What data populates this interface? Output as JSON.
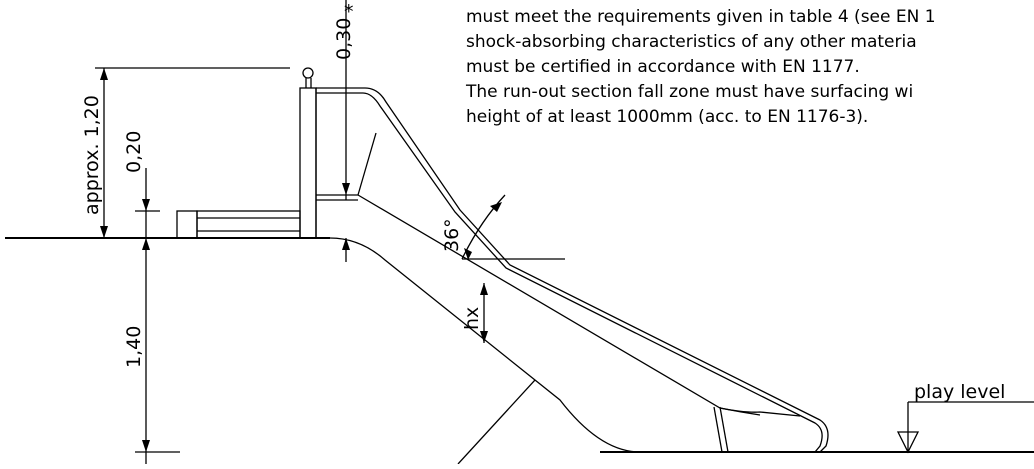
{
  "notes": {
    "line1": "must meet the requirements given in table 4 (see EN 1",
    "line2": "shock-absorbing characteristics of any other materia",
    "line3": "must be certified in accordance with EN 1177.",
    "line4": "The run-out section fall zone must have surfacing wi",
    "line5": "height of at least 1000mm (acc. to EN 1176-3)."
  },
  "dimensions": {
    "approx_height": "approx. 1,20",
    "rail_height": "0,20",
    "platform_depth": "1,40",
    "side_height": "0,30",
    "side_height_mark": "*",
    "angle": "36°",
    "hx": "hx"
  },
  "labels": {
    "play_level": "play level"
  }
}
